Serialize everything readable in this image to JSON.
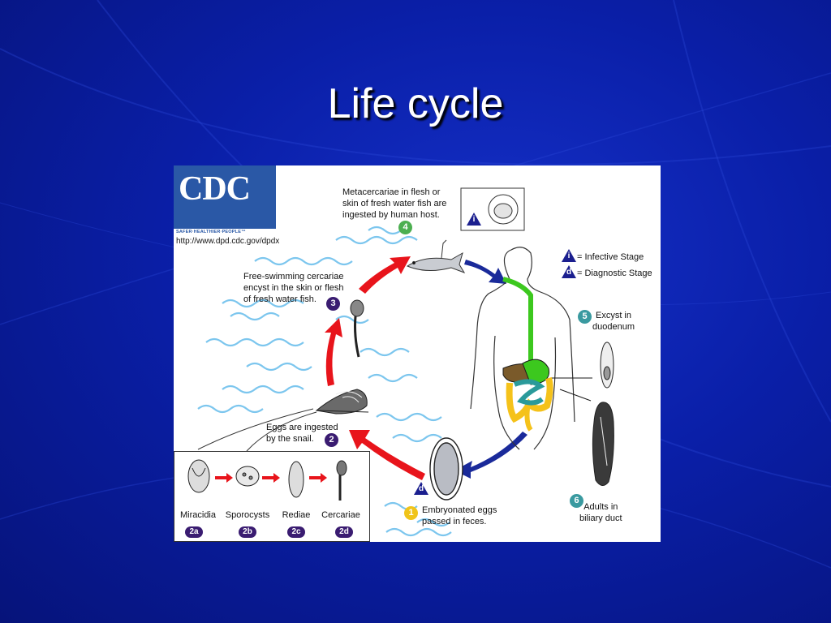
{
  "slide": {
    "title": "Life cycle"
  },
  "logo": {
    "text": "CDC",
    "tagline": "SAFER·HEALTHIER·PEOPLE™",
    "url": "http://www.dpd.cdc.gov/dpdx"
  },
  "legend": {
    "infective": {
      "symbol": "i",
      "label": "= Infective Stage"
    },
    "diagnostic": {
      "symbol": "d",
      "label": "= Diagnostic Stage"
    }
  },
  "steps": {
    "s1": {
      "num": "1",
      "line1": "Embryonated eggs",
      "line2": "passed in feces."
    },
    "s2": {
      "num": "2",
      "line1": "Eggs are ingested",
      "line2": "by the snail."
    },
    "s3": {
      "num": "3",
      "line1": "Free-swimming cercariae",
      "line2": "encyst in the skin or flesh",
      "line3": "of fresh water fish."
    },
    "s4": {
      "num": "4",
      "line1": "Metacercariae in flesh or",
      "line2": "skin of fresh water fish are",
      "line3": "ingested by human host."
    },
    "s5": {
      "num": "5",
      "line1": "Excyst in",
      "line2": "duodenum"
    },
    "s6": {
      "num": "6",
      "line1": "Adults in",
      "line2": "biliary duct"
    }
  },
  "stages": [
    {
      "label": "Miracidia",
      "badge": "2a"
    },
    {
      "label": "Sporocysts",
      "badge": "2b"
    },
    {
      "label": "Rediae",
      "badge": "2c"
    },
    {
      "label": "Cercariae",
      "badge": "2d"
    }
  ],
  "colors": {
    "background": "#0a1fa8",
    "cycle_arrow_red": "#e8141b",
    "cycle_arrow_blue": "#1a2a9a",
    "water": "#7cc6ee",
    "digestive_green": "#3cc81e",
    "intestine_yellow": "#f5c21a"
  }
}
